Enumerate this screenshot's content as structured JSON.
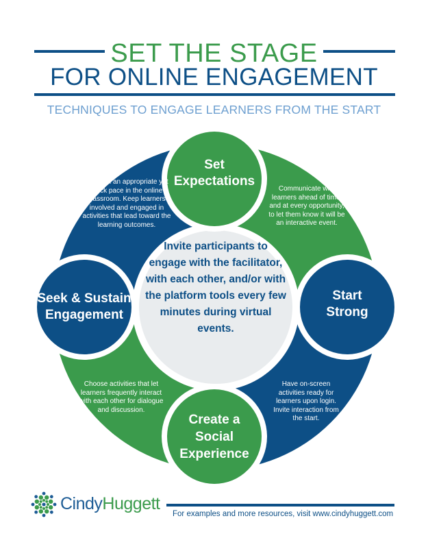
{
  "header": {
    "title_line1": "SET THE STAGE",
    "title_line2": "FOR ONLINE ENGAGEMENT",
    "subtitle": "TECHNIQUES TO ENGAGE LEARNERS FROM THE START"
  },
  "colors": {
    "green": "#3b9b4c",
    "blue": "#0d4f86",
    "light_blue": "#6d9fd0",
    "center_fill": "#e9ecee"
  },
  "diagram": {
    "center_text": "Invite participants to engage with the facilitator, with each other, and/or with the platform tools every few minutes during virtual events.",
    "nodes": [
      {
        "label": "Set Expectations",
        "color": "green"
      },
      {
        "label": "Start Strong",
        "color": "blue"
      },
      {
        "label": "Create a Social Experience",
        "color": "green"
      },
      {
        "label": "Seek & Sustain Engagement",
        "color": "blue"
      }
    ],
    "segments": [
      {
        "position": "top-right",
        "color": "green",
        "text": "Communicate with learners ahead of time, and at every opportunity, to let them know it will be an interactive event."
      },
      {
        "position": "bottom-right",
        "color": "blue",
        "text": "Have on-screen activities ready for learners upon login. Invite interaction from the start."
      },
      {
        "position": "bottom-left",
        "color": "green",
        "text": "Choose activities that let learners frequently interact with each other for dialogue and discussion."
      },
      {
        "position": "top-left",
        "color": "blue",
        "text": "Maintain an appropriate yet quick pace in the online classroom.  Keep learners involved and engaged in activities that lead toward the learning outcomes."
      }
    ]
  },
  "footer": {
    "brand_first": "Cindy",
    "brand_last": "Huggett",
    "logo_icon": "flower-dots-logo-icon",
    "resources_text": "For examples and more resources, visit www.cindyhuggett.com"
  }
}
